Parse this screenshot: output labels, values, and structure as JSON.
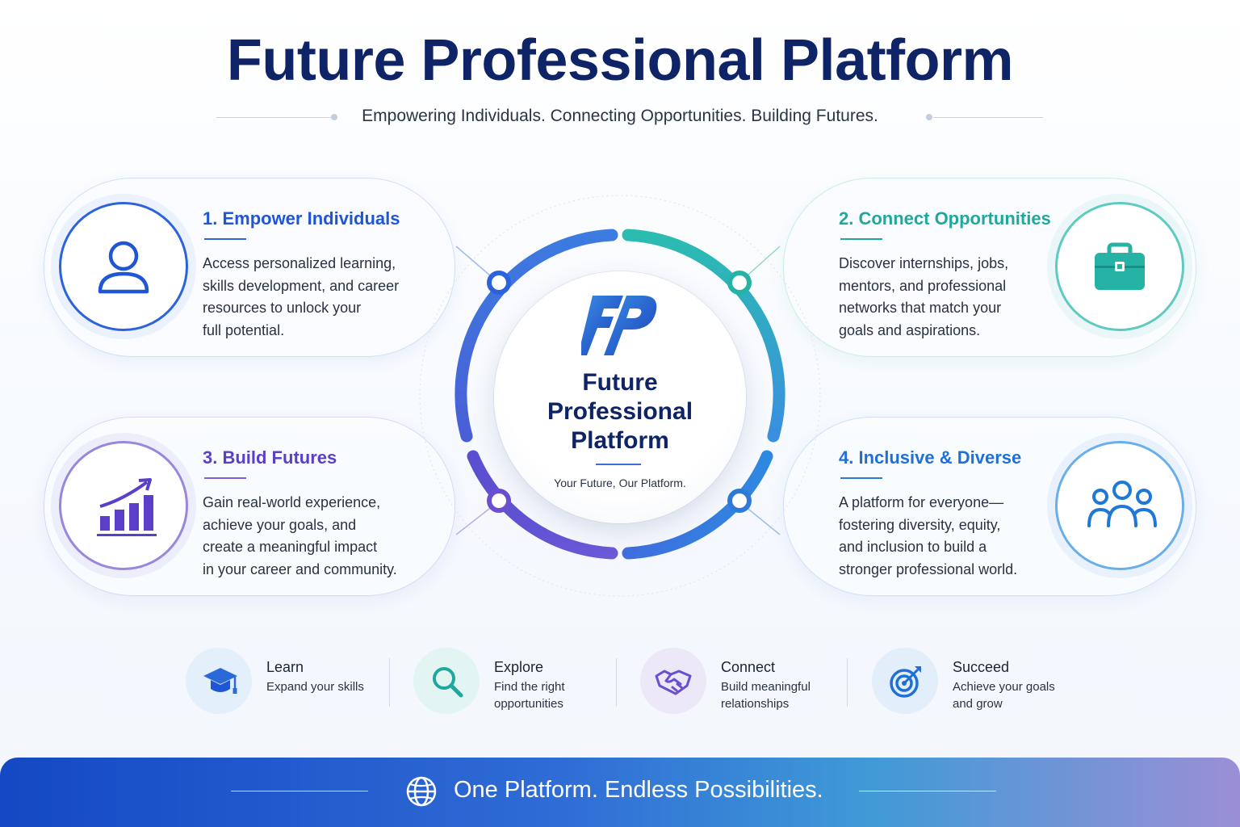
{
  "header": {
    "title": "Future Professional Platform",
    "subtitle": "Empowering Individuals. Connecting Opportunities. Building Futures."
  },
  "center": {
    "logo_icon": "fp-logo-icon",
    "name_line1": "Future",
    "name_line2": "Professional",
    "name_line3": "Platform",
    "tagline": "Your Future, Our Platform."
  },
  "cards": [
    {
      "title": "1. Empower Individuals",
      "desc_lines": [
        "Access personalized learning,",
        "skills development, and career",
        "resources to unlock your",
        "full potential."
      ],
      "icon": "user-icon",
      "color": "#1f56d6"
    },
    {
      "title": "2. Connect Opportunities",
      "desc_lines": [
        "Discover internships, jobs,",
        "mentors, and professional",
        "networks that match your",
        "goals and aspirations."
      ],
      "icon": "briefcase-icon",
      "color": "#1fa89e"
    },
    {
      "title": "3. Build Futures",
      "desc_lines": [
        "Gain real-world experience,",
        "achieve your goals, and",
        "create a meaningful impact",
        "in your career and community."
      ],
      "icon": "growth-chart-icon",
      "color": "#5b3fc8"
    },
    {
      "title": "4. Inclusive & Diverse",
      "desc_lines": [
        "A platform for everyone—",
        "fostering diversity, equity,",
        "and inclusion to build a",
        "stronger professional world."
      ],
      "icon": "group-icon",
      "color": "#1f6fd6"
    }
  ],
  "features": [
    {
      "title": "Learn",
      "desc_lines": [
        "Expand your skills"
      ],
      "icon": "graduation-cap-icon"
    },
    {
      "title": "Explore",
      "desc_lines": [
        "Find the right",
        "opportunities"
      ],
      "icon": "magnifier-icon"
    },
    {
      "title": "Connect",
      "desc_lines": [
        "Build meaningful",
        "relationships"
      ],
      "icon": "handshake-icon"
    },
    {
      "title": "Succeed",
      "desc_lines": [
        "Achieve your goals",
        "and grow"
      ],
      "icon": "target-icon"
    }
  ],
  "footer": {
    "text": "One Platform. Endless Possibilities.",
    "icon": "globe-icon"
  },
  "colors": {
    "title_navy": "#0f2466",
    "blue": "#1f56d6",
    "teal": "#1fa89e",
    "purple": "#5b3fc8"
  }
}
